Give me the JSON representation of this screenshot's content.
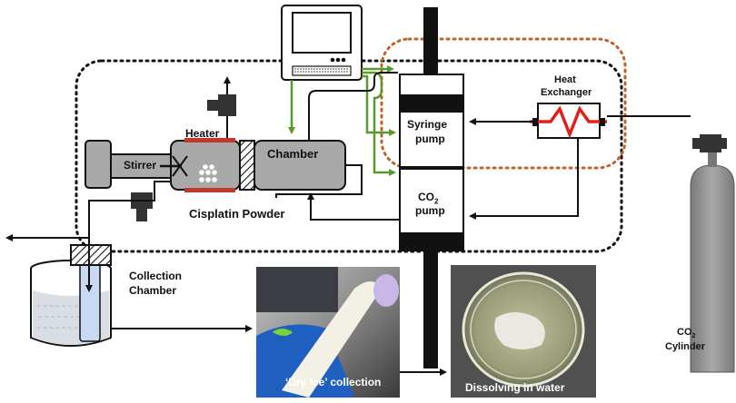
{
  "labels": {
    "heater": "Heater",
    "stirrer": "Stirrer",
    "chamber": "Chamber",
    "cisplatin_powder": "Cisplatin Powder",
    "syringe_pump_line1": "Syringe",
    "syringe_pump_line2": "pump",
    "co2_pump_line1_main": "CO",
    "co2_pump_line1_sub": "2",
    "co2_pump_line2": "pump",
    "heat_exchanger_line1": "Heat",
    "heat_exchanger_line2": "Exchanger",
    "collection_chamber_line1": "Collection",
    "collection_chamber_line2": "Chamber",
    "co2_cylinder_line1_main": "CO",
    "co2_cylinder_line1_sub": "2",
    "co2_cylinder_line2": "Cylinder",
    "photo1_caption": "‘Dry ice’ collection",
    "photo2_caption": "Dissolving in water"
  },
  "colors": {
    "outline": "#111111",
    "green_line": "#5a9a2a",
    "orange_dash": "#c0622a",
    "heater_red": "#c0392b",
    "equipment_gray": "#a9a9a9",
    "cylinder_gray": "#8c8c8c",
    "valve_dark": "#333333",
    "zigzag_red": "#e0201a"
  },
  "icons": [
    "computer-icon",
    "valve-icon",
    "stirrer-x-icon",
    "arrow-icon"
  ]
}
